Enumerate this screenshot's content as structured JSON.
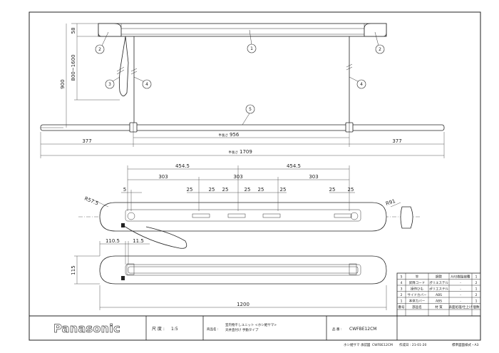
{
  "brand": "Panasonic",
  "dimensions": {
    "front": {
      "top_height": "58",
      "drop_range": "800~1600",
      "drop_total": "900",
      "inner_pitch": "956",
      "inner_pitch_prefix": "半長さ",
      "total_length": "1709",
      "total_length_prefix": "半長さ",
      "left_overhang": "377",
      "right_overhang": "377"
    },
    "plan": {
      "half_span_left": "454.5",
      "half_span_right": "454.5",
      "pitch_left": "303",
      "pitch_mid": "303",
      "pitch_right": "303",
      "edge_5": "5",
      "slot_25": [
        "25",
        "25",
        "25",
        "25",
        "25",
        "25",
        "25",
        "25"
      ],
      "radius_left": "R57.5",
      "radius_right": "R91"
    },
    "bottom": {
      "offset_a": "110.5",
      "offset_b": "11.5",
      "depth": "115",
      "length": "1200"
    }
  },
  "callouts": [
    "1",
    "2",
    "2",
    "3",
    "4",
    "4",
    "5"
  ],
  "parts_table": {
    "header": [
      "番号",
      "部品名",
      "材 質",
      "表面処理/仕上げ",
      "個数"
    ],
    "rows": [
      [
        "5",
        "竿",
        "鋼管",
        "AAS樹脂被覆",
        "1"
      ],
      [
        "4",
        "昇降コード",
        "ポリエステル",
        "-",
        "2"
      ],
      [
        "3",
        "操作ひも",
        "ポリエステル",
        "-",
        "1"
      ],
      [
        "2",
        "サイドカバー",
        "ABS",
        "-",
        "2"
      ],
      [
        "1",
        "本体カバー",
        "ABS",
        "-",
        "1"
      ]
    ]
  },
  "title_block": {
    "scale_label": "尺 度 :",
    "scale_value": "1:5",
    "product_label": "商品名 :",
    "product_line1": "室内物干しユニット <ホシ姫サマ>",
    "product_line2": "天井直付け 手動タイプ",
    "code_label": "品 番 :",
    "code_value": "CWFBE12CM"
  },
  "footer": {
    "left": "ホシ姫サマ 承認図",
    "code": "CWFBE12CM",
    "date": "作成日 : 21-01-20",
    "right": "標準図面様式・A3"
  }
}
